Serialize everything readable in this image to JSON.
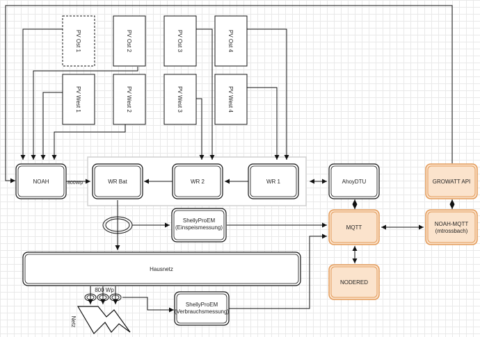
{
  "labels": {
    "pv_ost_1": "PV Ost 1",
    "pv_ost_2": "PV Ost 2",
    "pv_ost_3": "PV Ost 3",
    "pv_ost_4": "PV Ost 4",
    "pv_west_1": "PV West 1",
    "pv_west_2": "PV West 2",
    "pv_west_3": "PV West 3",
    "pv_west_4": "PV West 4",
    "noah": "NOAH",
    "wr_bat": "WR Bat",
    "wr_2": "WR 2",
    "wr_1": "WR 1",
    "ahoydtu": "AhoyDTU",
    "growatt_api": "GROWATT API",
    "shelly_ein_line1": "ShellyProEM",
    "shelly_ein_line2": "(Einspeismessung)",
    "mqtt": "MQTT",
    "noah_mqtt_line1": "NOAH-MQTT",
    "noah_mqtt_line2": "(mtrossbach)",
    "hausnetz": "Hausnetz",
    "nodered": "NODERED",
    "shelly_verb_line1": "ShellyProEM",
    "shelly_verb_line2": "(Verbrauchsmessung)",
    "power_noah": "800Wp",
    "power_meter": "800 Wp",
    "netz": "Netz"
  },
  "colors": {
    "line": "#111111",
    "orange_fill": "#fbe3cc",
    "orange_stroke": "#e39b5a",
    "group_border": "#d0d0d0",
    "selected": "#4f8ff7"
  }
}
